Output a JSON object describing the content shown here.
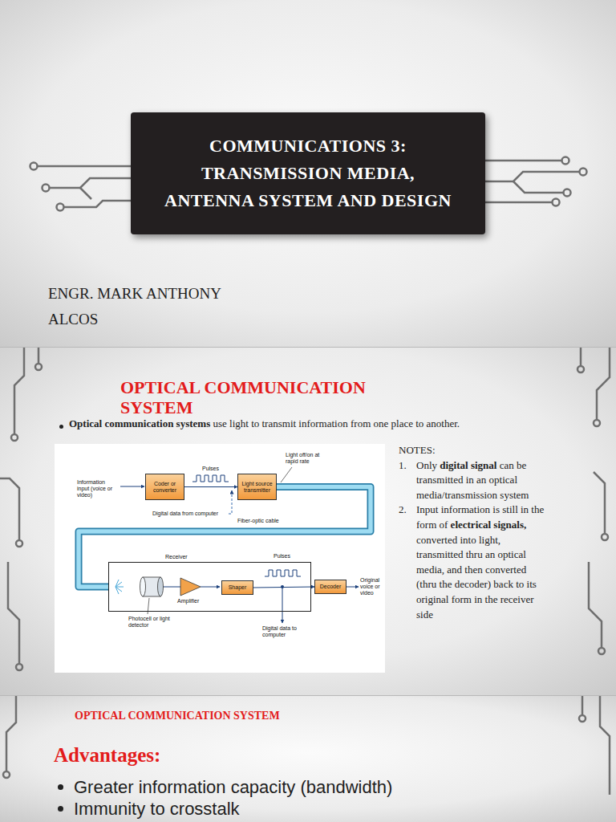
{
  "diagram": {
    "nodes": [
      {
        "text": [
          "COMMUNICATIONS 3: TRANSMISSION MEDIA, ANTENNA SYSTEM AND DESIGN"
        ]
      },
      {
        "text": [
          "Coder or converter"
        ]
      },
      {
        "text": [
          "Light source transmitter"
        ]
      },
      {
        "text": [
          "Receiver"
        ]
      },
      {
        "text": [
          "Shaper"
        ],
        "in": 3
      },
      {
        "text": [
          "Decoder"
        ]
      }
    ],
    "edges": [
      {
        "from": 1,
        "to": 2,
        "arrow": "to"
      },
      {
        "from": 2,
        "to": 3,
        "label": "Fiber-optic cable",
        "arrow": "none"
      },
      {
        "from": 4,
        "to": 5,
        "arrow": "to"
      }
    ],
    "labels": [
      "ENGR. MARK ANTHONY ALCOS",
      "OPTICAL COMMUNICATION SYSTEM",
      "Optical communication systems",
      "use light to transmit information from one place to another.",
      "Information input (voice or video)",
      "Pulses",
      "Light off/on at rapid rate",
      "Digital data from computer",
      "Pulses",
      "Amplifier",
      "Photocell or light detector",
      "Digital data to computer",
      "Original voice or video",
      "NOTES:",
      "1.",
      "Only",
      "digital signal",
      "can be transmitted in an optical media/transmission system",
      "2.",
      "Input information is still in the form of",
      "electrical signals,",
      "converted into light, transmitted thru an optical media, and then converted (thru the decoder) back to its original form in the receiver side",
      "OPTICAL COMMUNICATION SYSTEM",
      "Advantages:",
      "Greater information capacity (bandwidth)",
      "Immunity to crosstalk"
    ]
  }
}
